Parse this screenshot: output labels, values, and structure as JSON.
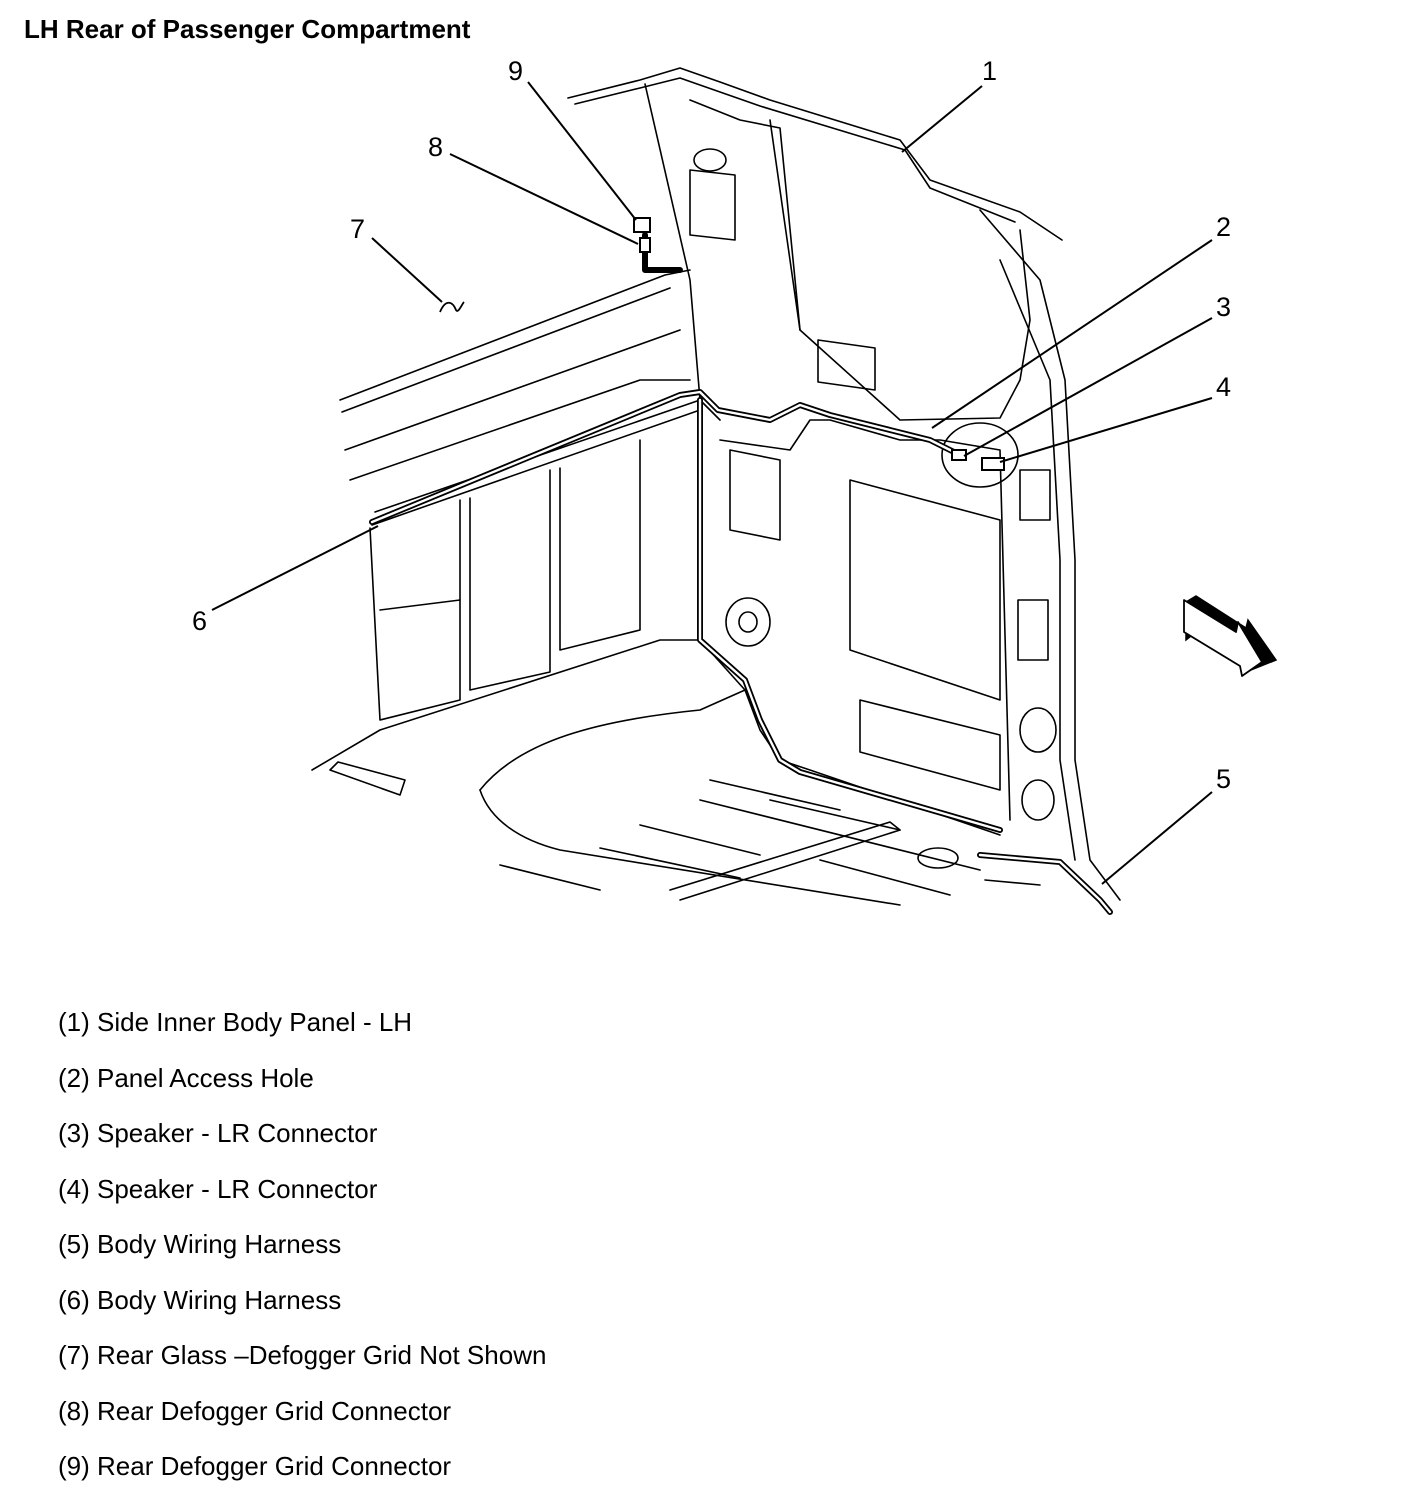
{
  "title": "LH Rear of Passenger Compartment",
  "callouts": [
    "1",
    "2",
    "3",
    "4",
    "5",
    "6",
    "7",
    "8",
    "9"
  ],
  "legend": [
    "(1) Side Inner Body Panel - LH",
    "(2) Panel Access Hole",
    "(3) Speaker - LR Connector",
    "(4) Speaker - LR Connector",
    "(5) Body Wiring Harness",
    "(6) Body Wiring Harness",
    "(7) Rear Glass –Defogger Grid Not Shown",
    "(8) Rear Defogger Grid Connector",
    "(9) Rear Defogger Grid Connector"
  ],
  "icons": [
    "front-direction-arrow-icon"
  ]
}
